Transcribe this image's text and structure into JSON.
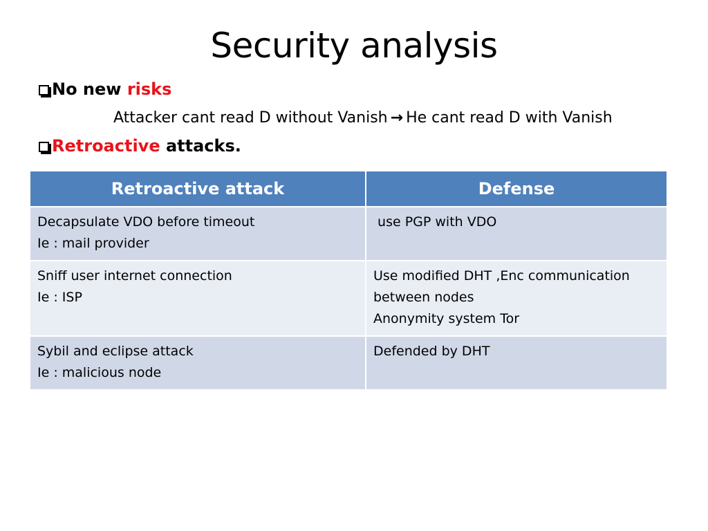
{
  "slide": {
    "title": "Security analysis",
    "bullet1": {
      "text_plain": "No new ",
      "text_red": "risks"
    },
    "sub_line": {
      "left": "Attacker cant read D without Vanish",
      "arrow": "→",
      "right": "He cant read D with Vanish"
    },
    "bullet2": {
      "text_red": "Retroactive",
      "text_plain": " attacks."
    }
  },
  "table": {
    "headers": [
      "Retroactive attack",
      "Defense"
    ],
    "rows": [
      {
        "attack": [
          "Decapsulate VDO before timeout",
          "Ie : mail provider"
        ],
        "defense": [
          " use PGP with VDO"
        ]
      },
      {
        "attack": [
          "Sniff user internet connection",
          "Ie : ISP"
        ],
        "defense": [
          "Use modified DHT ,Enc communication",
          "between nodes",
          "Anonymity system Tor"
        ]
      },
      {
        "attack": [
          "Sybil and eclipse attack",
          "Ie : malicious node"
        ],
        "defense": [
          "Defended by DHT"
        ]
      }
    ]
  },
  "colors": {
    "header_bg": "#4f81bd",
    "row_odd_bg": "#d0d8e8",
    "row_even_bg": "#e9edf4",
    "accent_red": "#e8141b"
  },
  "icons": {
    "bullet": "checkbox-bullet-icon",
    "arrow": "right-arrow-icon"
  }
}
